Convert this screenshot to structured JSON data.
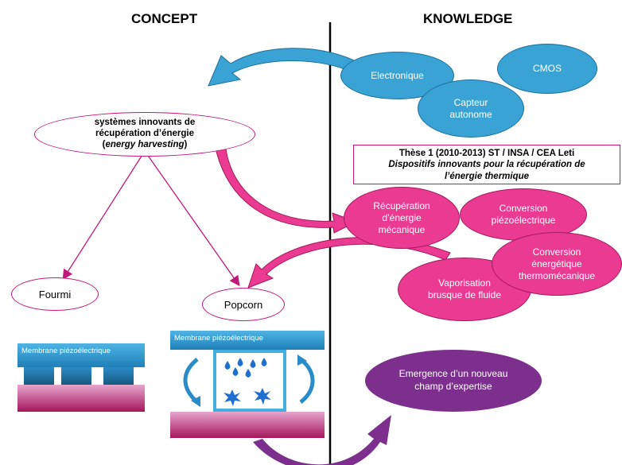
{
  "headers": {
    "concept": "CONCEPT",
    "knowledge": "KNOWLEDGE"
  },
  "knowledge": {
    "electronique": "Electronique",
    "cmos": "CMOS",
    "capteur": "Capteur autonome"
  },
  "concept": {
    "line1": "systèmes innovants de",
    "line2": "récupération d’énergie",
    "line3_prefix": "(",
    "line3_italic": "energy harvesting",
    "line3_suffix": ")"
  },
  "these": {
    "line1": "Thèse 1 (2010-2013) ST / INSA / CEA Leti",
    "line2": "Dispositifs innovants pour la récupération  de",
    "line3": "l’énergie thermique"
  },
  "pink_nodes": {
    "recup_meca": "Récupération d’énergie mécanique",
    "conv_piezo": "Conversion piézoélectrique",
    "conv_thermo": "Conversion énergétique thermomécanique",
    "vaporisation": "Vaporisation brusque de fluide"
  },
  "leaves": {
    "fourmi": "Fourmi",
    "popcorn": "Popcorn"
  },
  "devices": {
    "membrane_left": "Membrane piézoélectrique",
    "membrane_right": "Membrane piézoélectrique"
  },
  "emergence": "Emergence d’un nouveau champ d’expertise",
  "colors": {
    "blue": "#3aa3d6",
    "pink": "#ea3a91",
    "purple": "#7d2f8e",
    "magenta_outline": "#c2187a"
  }
}
